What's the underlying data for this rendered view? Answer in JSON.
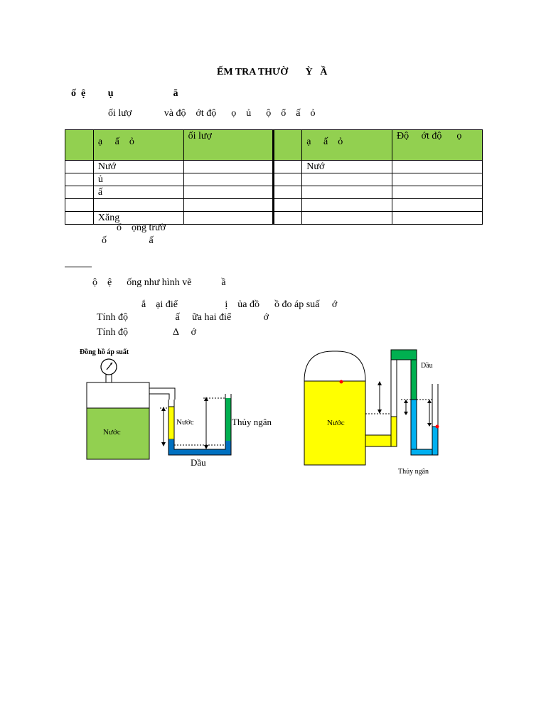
{
  "doc": {
    "title": "ẾM TRA THƯỜ       Ỳ   Ầ",
    "section1_heading": "ố  ệ         ụ                        ã",
    "section1_line": "ối lượ             và độ    ớt độ      ọ    ủ      ộ    ổ    ấ    ỏ",
    "table": {
      "headers": [
        "",
        "ạ     ấ    ỏ",
        "ối lượ",
        "",
        "ạ     ấ    ỏ",
        "Độ     ớt độ      ọ"
      ],
      "rows": [
        [
          "",
          "Nướ",
          "",
          "",
          "Nướ",
          ""
        ],
        [
          "",
          "ủ",
          "",
          "",
          "",
          ""
        ],
        [
          "",
          "ấ",
          "",
          "",
          "",
          ""
        ],
        [
          "",
          "",
          "",
          "",
          "",
          ""
        ],
        [
          "",
          "Xăng",
          "",
          "",
          "",
          ""
        ]
      ]
    },
    "note_line1": "ổ    ọng trườ",
    "note_line2": "ố                 ấ",
    "section2_heading": "ộ    ệ      ống như hình vẽ            ầ",
    "q_line1": "ắ    ại điể                   ị    ủa đồ      ồ đo áp suấ     ớ",
    "q_line2": "Tính độ                   ấ     ữa hai điể             ớ",
    "q_line3": "Tính độ                  Δ     ớ",
    "fig1": {
      "gauge_label": "Đồng hồ áp suất",
      "tank_label": "Nước",
      "water_label": "Nước",
      "mercury_label": "Thủy ngân",
      "oil_label": "Dầu"
    },
    "fig2": {
      "tank_label": "Nước",
      "oil_label": "Dầu",
      "mercury_label": "Thủy ngân"
    },
    "colors": {
      "header_green": "#92d050",
      "tank_green": "#92d050",
      "water_yellow": "#ffff00",
      "oil_blue": "#0070c0",
      "mercury_green": "#00b050",
      "mercury_cyan": "#00b0f0",
      "marker_red": "#ff0000"
    }
  }
}
